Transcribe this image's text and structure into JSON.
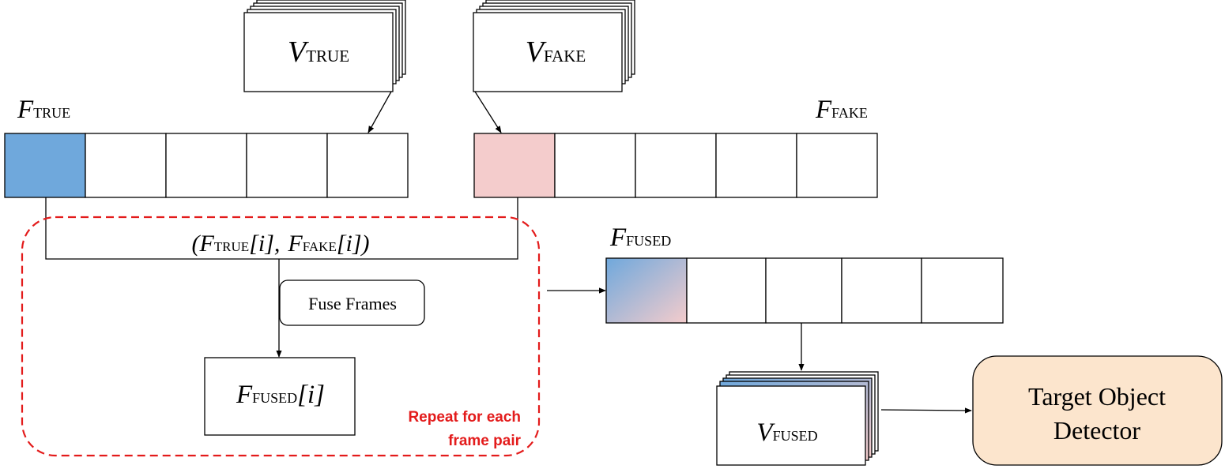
{
  "colors": {
    "true_frame": "#6fa8dc",
    "fake_frame": "#f4cccc",
    "detector_fill": "#fce5cd",
    "repeat_border": "#e31b1b",
    "repeat_text": "#e31b1b"
  },
  "v_true": {
    "var": "V",
    "sub": "TRUE"
  },
  "v_fake": {
    "var": "V",
    "sub": "FAKE"
  },
  "f_true": {
    "var": "F",
    "sub": "TRUE"
  },
  "f_fake": {
    "var": "F",
    "sub": "FAKE"
  },
  "pair": {
    "open": "(",
    "var1": "F",
    "sub1": "TRUE",
    "idx1": "[i],",
    "var2": "F",
    "sub2": "FAKE",
    "idx2": "[i])"
  },
  "fuse_frames": "Fuse Frames",
  "f_fused_i": {
    "var": "F",
    "sub": "FUSED",
    "idx": "[i]"
  },
  "repeat": {
    "line1": "Repeat for each",
    "line2": "frame pair"
  },
  "f_fused": {
    "var": "F",
    "sub": "FUSED"
  },
  "v_fused": {
    "var": "V",
    "sub": "FUSED"
  },
  "detector": {
    "line1": "Target Object",
    "line2": "Detector"
  }
}
